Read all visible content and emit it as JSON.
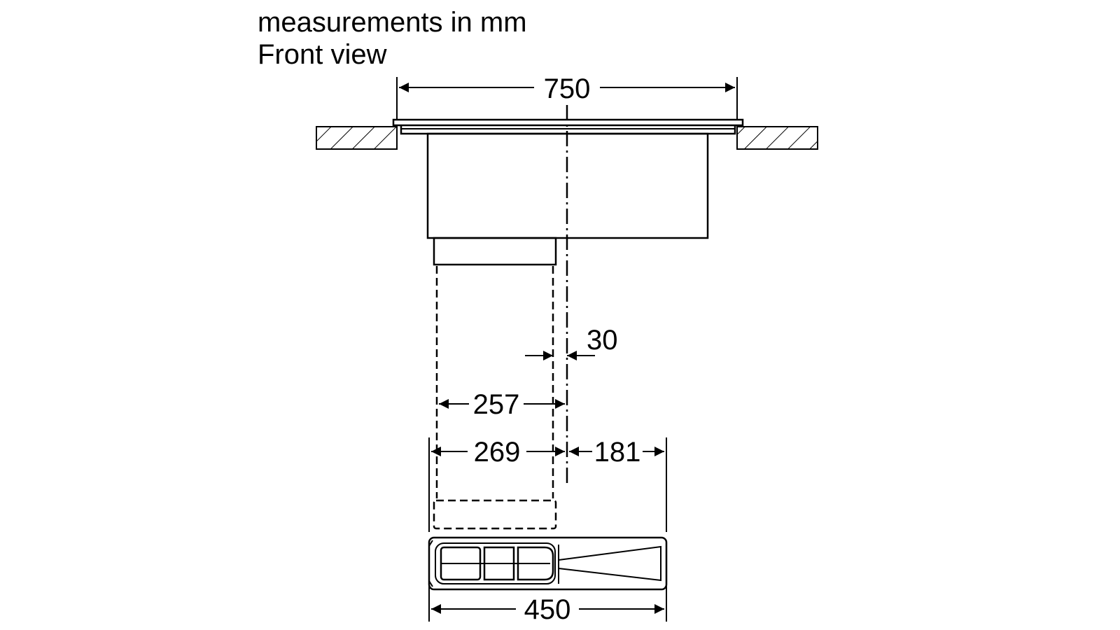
{
  "header": {
    "line1": "measurements in mm",
    "line2": "Front view"
  },
  "dimensions": {
    "overall_width": "750",
    "centre_offset": "30",
    "duct_to_centre": "257",
    "left_to_centre": "269",
    "centre_to_right": "181",
    "box_width": "450"
  },
  "colors": {
    "ink": "#000000",
    "background": "#ffffff"
  }
}
